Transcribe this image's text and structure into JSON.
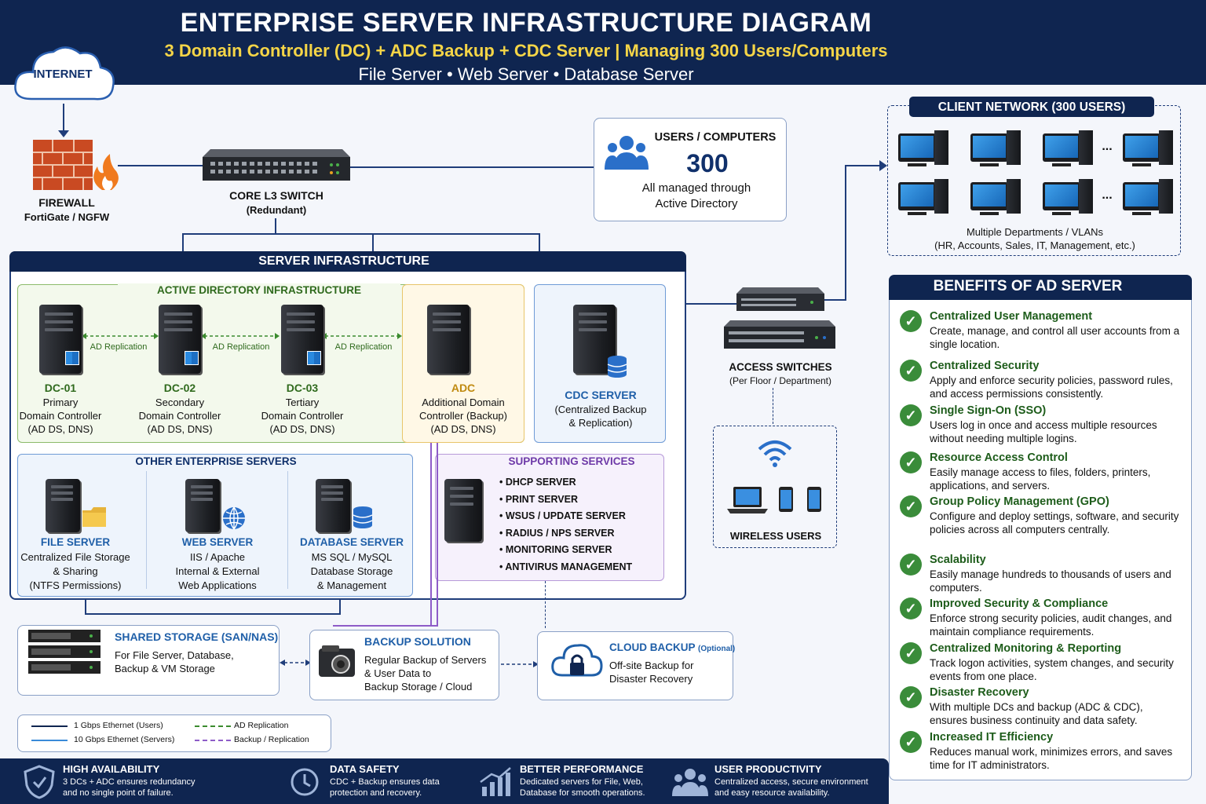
{
  "header": {
    "title": "ENTERPRISE SERVER INFRASTRUCTURE DIAGRAM",
    "subtitle": "3 Domain Controller (DC) + ADC Backup + CDC Server | Managing 300 Users/Computers",
    "subtitle2": "File Server • Web Server • Database Server"
  },
  "internet": {
    "label": "INTERNET"
  },
  "firewall": {
    "title": "FIREWALL",
    "sub": "FortiGate / NGFW"
  },
  "core_switch": {
    "title": "CORE L3 SWITCH",
    "sub": "(Redundant)"
  },
  "users_box": {
    "title": "USERS / COMPUTERS",
    "count": "300",
    "line1": "All managed through",
    "line2": "Active Directory"
  },
  "client_network": {
    "title": "CLIENT NETWORK (300 USERS)",
    "line1": "Multiple Departments / VLANs",
    "line2": "(HR, Accounts, Sales, IT, Management, etc.)",
    "dots": "..."
  },
  "server_infra": {
    "title": "SERVER INFRASTRUCTURE"
  },
  "ad_infra": {
    "title": "ACTIVE DIRECTORY INFRASTRUCTURE",
    "replication": "AD Replication",
    "dcs": [
      {
        "name": "DC-01",
        "l1": "Primary",
        "l2": "Domain Controller",
        "l3": "(AD DS, DNS)"
      },
      {
        "name": "DC-02",
        "l1": "Secondary",
        "l2": "Domain Controller",
        "l3": "(AD DS, DNS)"
      },
      {
        "name": "DC-03",
        "l1": "Tertiary",
        "l2": "Domain Controller",
        "l3": "(AD DS, DNS)"
      }
    ],
    "adc": {
      "name": "ADC",
      "l1": "Additional Domain",
      "l2": "Controller (Backup)",
      "l3": "(AD DS, DNS)"
    }
  },
  "cdc": {
    "name": "CDC SERVER",
    "l1": "(Centralized Backup",
    "l2": "& Replication)"
  },
  "other_servers": {
    "title": "OTHER ENTERPRISE SERVERS",
    "items": [
      {
        "name": "FILE SERVER",
        "l1": "Centralized File Storage",
        "l2": "& Sharing",
        "l3": "(NTFS Permissions)"
      },
      {
        "name": "WEB SERVER",
        "l1": "IIS / Apache",
        "l2": "Internal & External",
        "l3": "Web Applications"
      },
      {
        "name": "DATABASE SERVER",
        "l1": "MS SQL / MySQL",
        "l2": "Database Storage",
        "l3": "& Management"
      }
    ]
  },
  "supporting": {
    "title": "SUPPORTING SERVICES",
    "items": [
      "• DHCP SERVER",
      "• PRINT SERVER",
      "• WSUS / UPDATE SERVER",
      "• RADIUS / NPS SERVER",
      "• MONITORING SERVER",
      "• ANTIVIRUS MANAGEMENT"
    ]
  },
  "access_switches": {
    "title": "ACCESS SWITCHES",
    "sub": "(Per Floor / Department)"
  },
  "wireless": {
    "label": "WIRELESS USERS"
  },
  "storage": {
    "title": "SHARED STORAGE (SAN/NAS)",
    "l1": "For File Server, Database,",
    "l2": "Backup & VM Storage"
  },
  "backup": {
    "title": "BACKUP SOLUTION",
    "l1": "Regular Backup of Servers",
    "l2": "& User Data to",
    "l3": "Backup Storage / Cloud"
  },
  "cloud": {
    "title": "CLOUD BACKUP",
    "optional": "(Optional)",
    "l1": "Off-site Backup for",
    "l2": "Disaster Recovery"
  },
  "legend": {
    "l1": "1 Gbps Ethernet (Users)",
    "l2": "10 Gbps Ethernet (Servers)",
    "l3": "AD Replication",
    "l4": "Backup / Replication"
  },
  "benefits": {
    "title": "BENEFITS OF AD SERVER",
    "items": [
      {
        "title": "Centralized User Management",
        "desc": "Create, manage, and control all user accounts from a single location."
      },
      {
        "title": "Centralized Security",
        "desc": "Apply and enforce security policies, password rules, and access permissions consistently."
      },
      {
        "title": "Single Sign-On (SSO)",
        "desc": "Users log in once and access multiple resources without needing multiple logins."
      },
      {
        "title": "Resource Access Control",
        "desc": "Easily manage access to files, folders, printers, applications, and servers."
      },
      {
        "title": "Group Policy Management (GPO)",
        "desc": "Configure and deploy settings, software, and security policies across all computers centrally."
      },
      {
        "title": "Scalability",
        "desc": "Easily manage hundreds to thousands of users and computers."
      },
      {
        "title": "Improved Security & Compliance",
        "desc": "Enforce strong security policies, audit changes, and maintain compliance requirements."
      },
      {
        "title": "Centralized Monitoring & Reporting",
        "desc": "Track logon activities, system changes, and security events from one place."
      },
      {
        "title": "Disaster Recovery",
        "desc": "With multiple DCs and backup (ADC & CDC), ensures business continuity and data safety."
      },
      {
        "title": "Increased IT Efficiency",
        "desc": "Reduces manual work, minimizes errors, and saves time for IT administrators."
      }
    ]
  },
  "footer": [
    {
      "title": "HIGH AVAILABILITY",
      "l1": "3 DCs + ADC ensures redundancy",
      "l2": "and no single point of failure."
    },
    {
      "title": "DATA SAFETY",
      "l1": "CDC + Backup ensures data",
      "l2": "protection and recovery."
    },
    {
      "title": "BETTER PERFORMANCE",
      "l1": "Dedicated servers for File, Web,",
      "l2": "Database for smooth operations."
    },
    {
      "title": "USER PRODUCTIVITY",
      "l1": "Centralized access, secure environment",
      "l2": "and easy resource availability."
    }
  ],
  "colors": {
    "navy": "#0f2550",
    "green": "#2f6a1d",
    "amber": "#c08a10",
    "purple": "#6e3aa8",
    "blue": "#1f5fa8"
  }
}
